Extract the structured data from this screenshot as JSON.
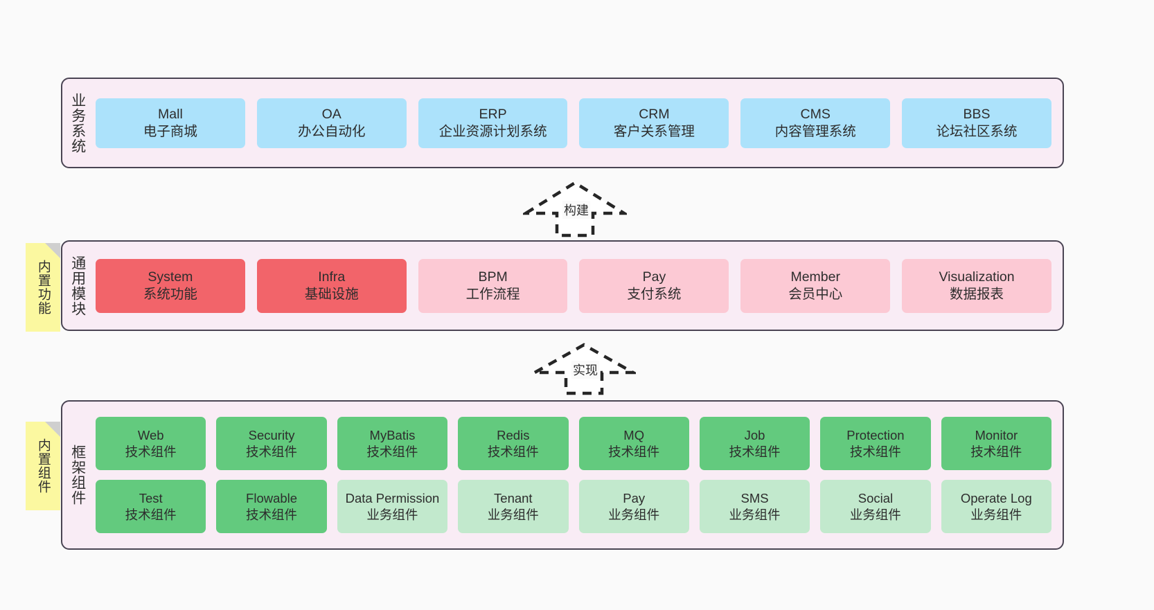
{
  "diagram": {
    "background_color": "#fafafa",
    "band_fill": "#f9ecf5",
    "band_border": "#4a4453",
    "sticky_color": "#fbf8a0"
  },
  "layers": [
    {
      "id": "business",
      "title": "业务系统",
      "cell_color": "#ace2fb",
      "rows": [
        {
          "cells": [
            {
              "name": "Mall",
              "desc": "电子商城",
              "color": "#ace2fb"
            },
            {
              "name": "OA",
              "desc": "办公自动化",
              "color": "#ace2fb"
            },
            {
              "name": "ERP",
              "desc": "企业资源计划系统",
              "color": "#ace2fb"
            },
            {
              "name": "CRM",
              "desc": "客户关系管理",
              "color": "#ace2fb"
            },
            {
              "name": "CMS",
              "desc": "内容管理系统",
              "color": "#ace2fb"
            },
            {
              "name": "BBS",
              "desc": "论坛社区系统",
              "color": "#ace2fb"
            }
          ]
        }
      ]
    },
    {
      "id": "modules",
      "title": "通用模块",
      "sticky": "内置功能",
      "rows": [
        {
          "cells": [
            {
              "name": "System",
              "desc": "系统功能",
              "color": "#f2646a"
            },
            {
              "name": "Infra",
              "desc": "基础设施",
              "color": "#f2646a"
            },
            {
              "name": "BPM",
              "desc": "工作流程",
              "color": "#fcc9d4"
            },
            {
              "name": "Pay",
              "desc": "支付系统",
              "color": "#fcc9d4"
            },
            {
              "name": "Member",
              "desc": "会员中心",
              "color": "#fcc9d4"
            },
            {
              "name": "Visualization",
              "desc": "数据报表",
              "color": "#fcc9d4"
            }
          ]
        }
      ]
    },
    {
      "id": "framework",
      "title": "框架组件",
      "sticky": "内置组件",
      "rows": [
        {
          "cells": [
            {
              "name": "Web",
              "desc": "技术组件",
              "color": "#63ca7e"
            },
            {
              "name": "Security",
              "desc": "技术组件",
              "color": "#63ca7e"
            },
            {
              "name": "MyBatis",
              "desc": "技术组件",
              "color": "#63ca7e"
            },
            {
              "name": "Redis",
              "desc": "技术组件",
              "color": "#63ca7e"
            },
            {
              "name": "MQ",
              "desc": "技术组件",
              "color": "#63ca7e"
            },
            {
              "name": "Job",
              "desc": "技术组件",
              "color": "#63ca7e"
            },
            {
              "name": "Protection",
              "desc": "技术组件",
              "color": "#63ca7e"
            },
            {
              "name": "Monitor",
              "desc": "技术组件",
              "color": "#63ca7e"
            }
          ]
        },
        {
          "cells": [
            {
              "name": "Test",
              "desc": "技术组件",
              "color": "#63ca7e"
            },
            {
              "name": "Flowable",
              "desc": "技术组件",
              "color": "#63ca7e"
            },
            {
              "name": "Data Permission",
              "desc": "业务组件",
              "color": "#c2e9cd",
              "wrap": true
            },
            {
              "name": "Tenant",
              "desc": "业务组件",
              "color": "#c2e9cd"
            },
            {
              "name": "Pay",
              "desc": "业务组件",
              "color": "#c2e9cd"
            },
            {
              "name": "SMS",
              "desc": "业务组件",
              "color": "#c2e9cd"
            },
            {
              "name": "Social",
              "desc": "业务组件",
              "color": "#c2e9cd"
            },
            {
              "name": "Operate Log",
              "desc": "业务组件",
              "color": "#c2e9cd"
            }
          ]
        }
      ]
    }
  ],
  "arrows": [
    {
      "id": "build",
      "label": "构建",
      "style": "dashed-hollow-up"
    },
    {
      "id": "implement",
      "label": "实现",
      "style": "dashed-hollow-up"
    }
  ]
}
